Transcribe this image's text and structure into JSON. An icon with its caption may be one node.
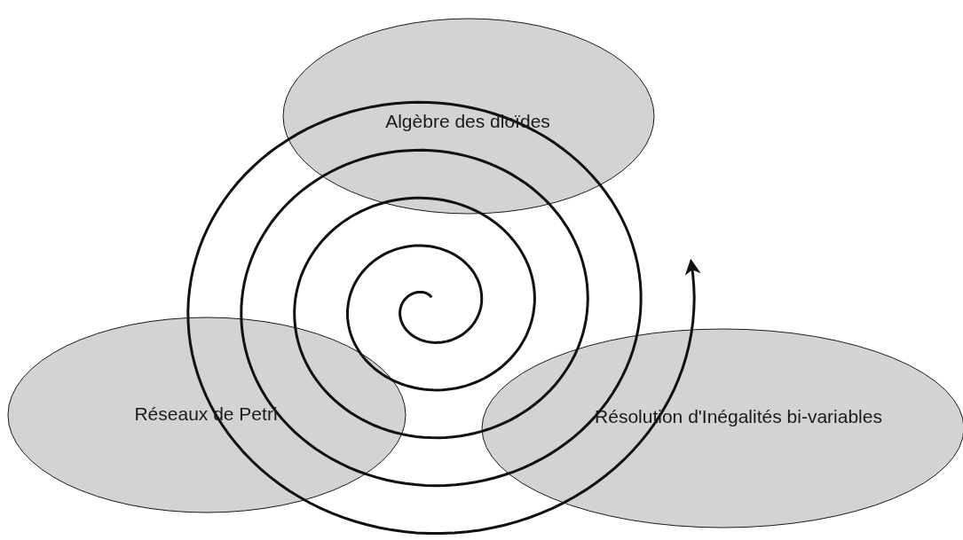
{
  "diagram": {
    "nodes": [
      {
        "text": [
          "Algèbre des dioïdes"
        ]
      },
      {
        "text": [
          "Réseaux de Petri"
        ]
      },
      {
        "text": [
          "Résolution d'Inégalités bi-variables"
        ]
      }
    ]
  }
}
